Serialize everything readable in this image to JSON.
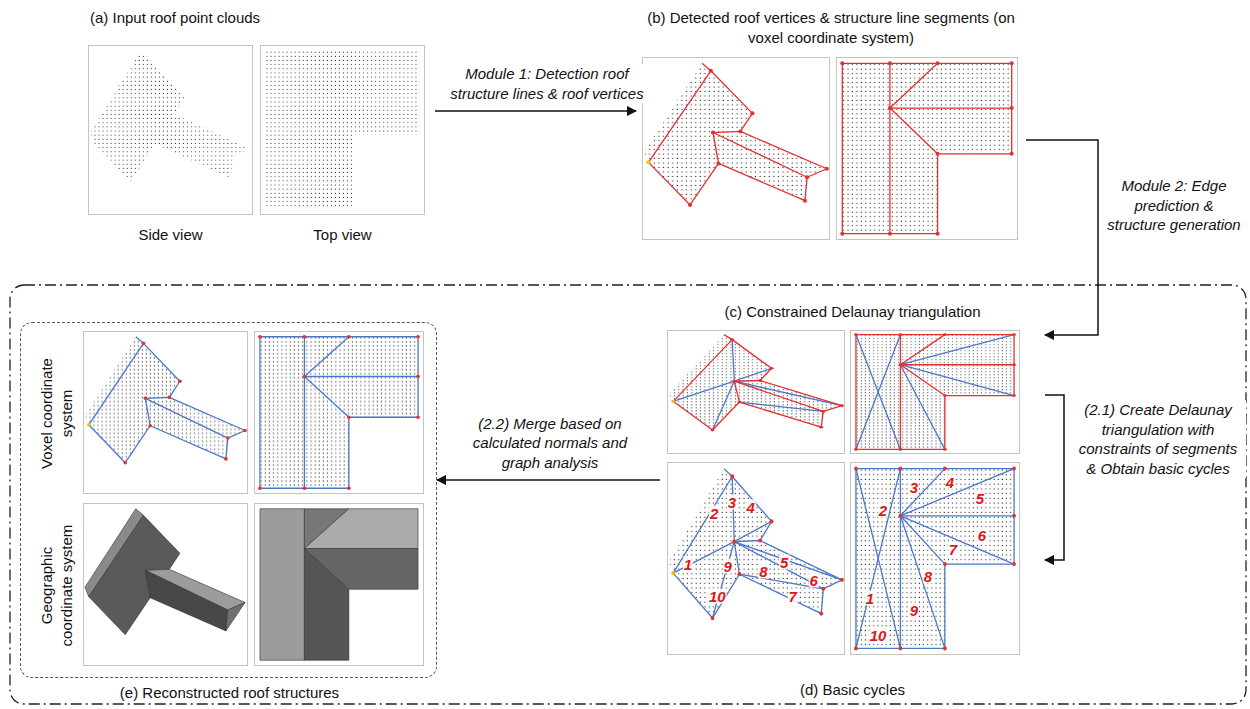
{
  "diagram": {
    "nodes": [
      {
        "text": [
          "(a) Input roof point clouds"
        ]
      },
      {
        "text": [
          "Side view"
        ],
        "in": 0
      },
      {
        "text": [
          "Top view"
        ],
        "in": 0
      },
      {
        "text": [
          "(b) Detected roof vertices & structure line segments (on voxel coordinate system)"
        ]
      },
      {
        "text": [
          "(c) Constrained Delaunay triangulation"
        ]
      },
      {
        "text": [
          "(d) Basic cycles"
        ]
      },
      {
        "text": [
          "(e) Reconstructed roof structures"
        ]
      },
      {
        "text": [
          "Voxel coordinate system"
        ],
        "in": 6
      },
      {
        "text": [
          "Geographic coordinate system"
        ],
        "in": 6
      }
    ],
    "edges": [
      {
        "from": 0,
        "to": 3,
        "arrow": "to",
        "label": "Module 1: Detection roof structure lines & roof vertices"
      },
      {
        "from": 3,
        "to": 4,
        "arrow": "to",
        "label": "Module 2: Edge prediction & structure generation"
      },
      {
        "from": 4,
        "to": 5,
        "arrow": "to",
        "label": "(2.1) Create Delaunay triangulation with constraints of segments & Obtain basic cycles"
      },
      {
        "from": 5,
        "to": 6,
        "arrow": "to",
        "label": "(2.2) Merge based on calculated normals and graph analysis"
      }
    ],
    "labels": [
      "1",
      "2",
      "3",
      "4",
      "5",
      "6",
      "7",
      "8",
      "9",
      "10",
      "1",
      "2",
      "3",
      "4",
      "5",
      "6",
      "7",
      "8",
      "9",
      "10"
    ]
  }
}
